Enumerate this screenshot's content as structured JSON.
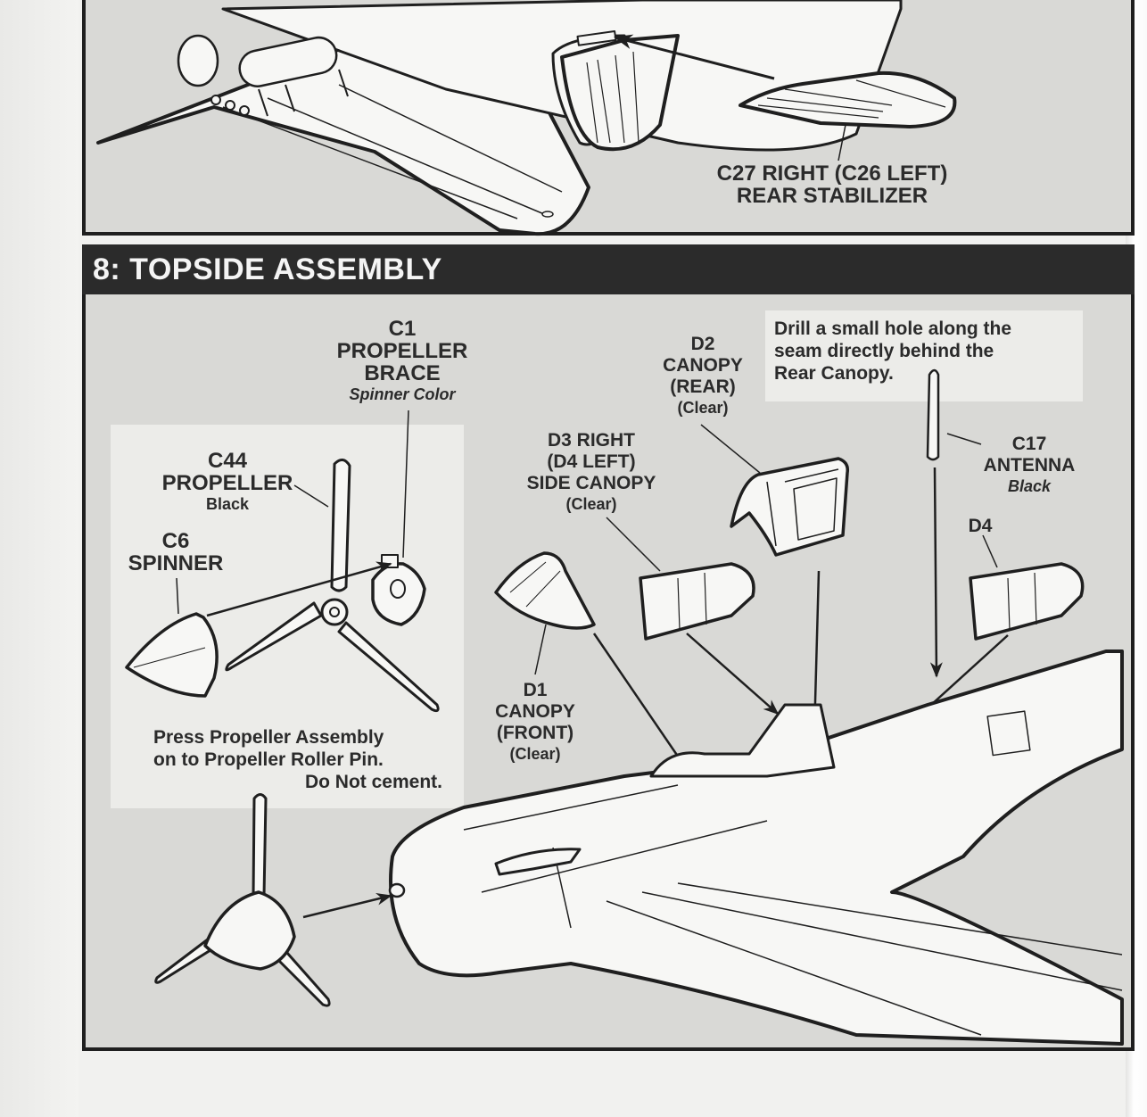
{
  "document": {
    "type": "model-kit-instructions",
    "previous_step": {
      "callout": {
        "part": "C27 RIGHT (C26 LEFT)",
        "name": "REAR  STABILIZER"
      }
    },
    "step": {
      "number": "8",
      "title": "8: TOPSIDE ASSEMBLY",
      "callouts": {
        "c1": {
          "part": "C1",
          "name": "PROPELLER",
          "name2": "BRACE",
          "color": "Spinner Color"
        },
        "c44": {
          "part": "C44",
          "name": "PROPELLER",
          "color": "Black"
        },
        "c6": {
          "part": "C6",
          "name": "SPINNER"
        },
        "d2": {
          "part": "D2",
          "name": "CANOPY",
          "name2": "(REAR)",
          "color": "(Clear)"
        },
        "d3": {
          "part": "D3 RIGHT",
          "name": "(D4 LEFT)",
          "name2": "SIDE CANOPY",
          "color": "(Clear)"
        },
        "d1": {
          "part": "D1",
          "name": "CANOPY",
          "name2": "(FRONT)",
          "color": "(Clear)"
        },
        "c17": {
          "part": "C17",
          "name": "ANTENNA",
          "color": "Black"
        },
        "d4": {
          "part": "D4"
        }
      },
      "notes": {
        "drill": [
          "Drill a small hole along the",
          "seam  directly behind the",
          "Rear Canopy."
        ],
        "press": [
          "Press Propeller Assembly",
          "on to Propeller Roller Pin.",
          "Do Not cement."
        ]
      }
    }
  },
  "colors": {
    "ink": "#1f1f1f",
    "header_bg": "#2b2b2b",
    "panel_bg": "#d9d9d6",
    "highlight_bg": "#ecece9",
    "paper": "#f1f1ef"
  }
}
